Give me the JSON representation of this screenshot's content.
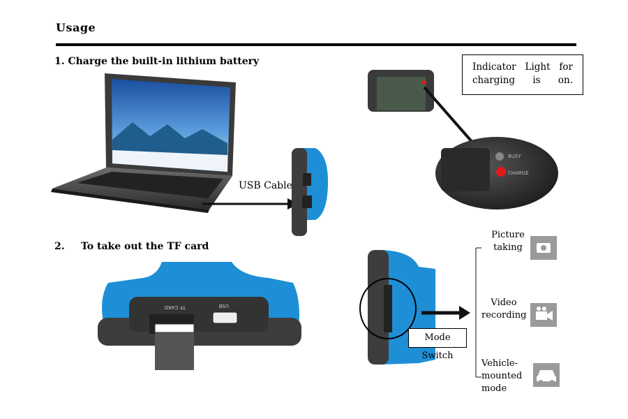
{
  "header": {
    "title": "Usage"
  },
  "section1": {
    "heading": "1. Charge the built-in lithium battery",
    "callout_line1": "Indicator Light for",
    "callout_line2": "charging is on.",
    "usb_label": "USB Cable",
    "led_busy": "BUSY",
    "led_charge": "CHARGE"
  },
  "section2": {
    "number": "2.",
    "heading": "To take out the TF card",
    "slot_tf": "TF CARD",
    "slot_usb": "USB",
    "mode_switch": "Mode Switch",
    "modes": [
      {
        "line1": "Picture",
        "line2": "taking",
        "line3": "",
        "icon": "camera-icon"
      },
      {
        "line1": "Video",
        "line2": "recording",
        "line3": "",
        "icon": "video-camera-icon"
      },
      {
        "line1": "Vehicle-",
        "line2": "mounted",
        "line3": "mode",
        "icon": "car-icon"
      }
    ]
  },
  "colors": {
    "device_blue": "#1e8fd6",
    "device_dark": "#3d3d3d",
    "led_red": "#e11b1b"
  }
}
